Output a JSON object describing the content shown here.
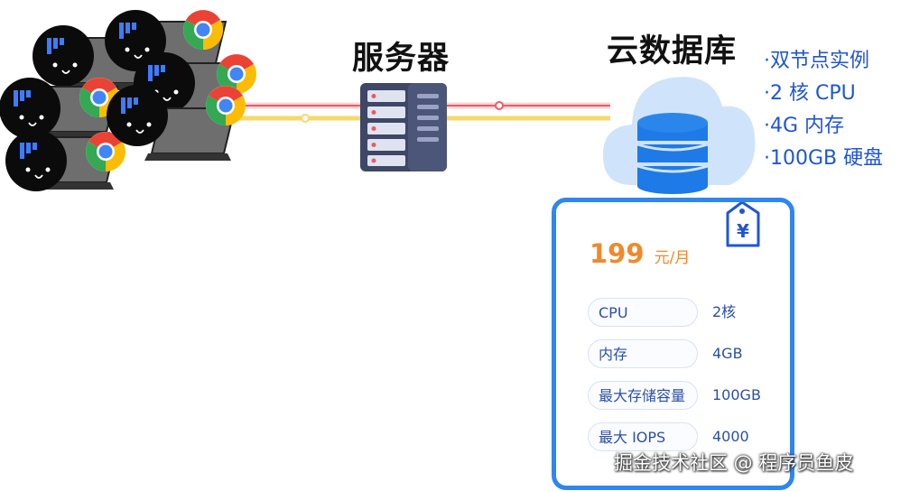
{
  "server": {
    "title": "服务器"
  },
  "database": {
    "title": "云数据库",
    "bullets": [
      "·双节点实例",
      "·2 核 CPU",
      "·4G 内存",
      "·100GB 硬盘"
    ]
  },
  "pricing": {
    "amount": "199",
    "unit": "元/月",
    "tag_symbol": "¥",
    "specs": [
      {
        "label": "CPU",
        "value": "2核"
      },
      {
        "label": "内存",
        "value": "4GB"
      },
      {
        "label": "最大存储容量",
        "value": "100GB"
      },
      {
        "label": "最大 IOPS",
        "value": "4000"
      }
    ]
  },
  "watermark": "掘金技术社区 @ 程序员鱼皮",
  "colors": {
    "accent_blue": "#2f86f2",
    "price_orange": "#ef8a2b",
    "link_red": "#ef5a66",
    "link_yellow": "#f6d96a",
    "cloud": "#cfe4fb",
    "db_blue": "#1e7ae6",
    "server_dark": "#3f4766"
  },
  "icons": [
    "user-avatar-icon",
    "laptop-icon",
    "chrome-icon",
    "server-rack-icon",
    "cloud-icon",
    "database-icon",
    "price-tag-icon"
  ]
}
